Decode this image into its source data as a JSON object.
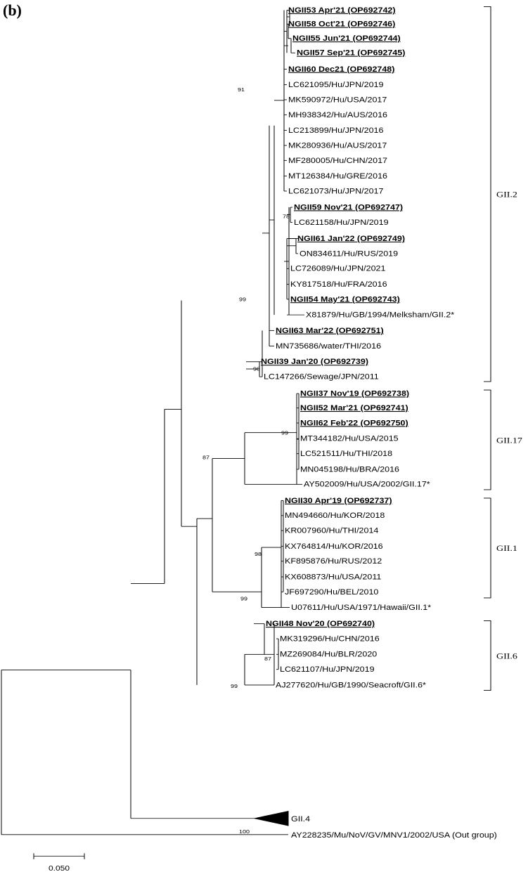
{
  "panel_label": "(b)",
  "outgroup_label": "AY228235/Mu/NoV/GV/MNV1/2002/USA (Out group)",
  "collapsed_label": "GII.4",
  "scale_label": "0.050",
  "tips": [
    {
      "label": "NGII53 Apr'21 (OP692742)",
      "bold": true
    },
    {
      "label": "NGII58 Oct'21 (OP692746)",
      "bold": true
    },
    {
      "label": "NGII55 Jun'21 (OP692744)",
      "bold": true
    },
    {
      "label": "NGII57 Sep'21 (OP692745)",
      "bold": true
    },
    {
      "label": "NGII60 Dec21 (OP692748)",
      "bold": true
    },
    {
      "label": "LC621095/Hu/JPN/2019",
      "bold": false
    },
    {
      "label": "MK590972/Hu/USA/2017",
      "bold": false
    },
    {
      "label": "MH938342/Hu/AUS/2016",
      "bold": false
    },
    {
      "label": "LC213899/Hu/JPN/2016",
      "bold": false
    },
    {
      "label": "MK280936/Hu/AUS/2017",
      "bold": false
    },
    {
      "label": "MF280005/Hu/CHN/2017",
      "bold": false
    },
    {
      "label": "MT126384/Hu/GRE/2016",
      "bold": false
    },
    {
      "label": "LC621073/Hu/JPN/2017",
      "bold": false
    },
    {
      "label": "NGII59 Nov'21 (OP692747)",
      "bold": true
    },
    {
      "label": "LC621158/Hu/JPN/2019",
      "bold": false
    },
    {
      "label": "NGII61 Jan'22 (OP692749)",
      "bold": true
    },
    {
      "label": "ON834611/Hu/RUS/2019",
      "bold": false
    },
    {
      "label": "LC726089/Hu/JPN/2021",
      "bold": false
    },
    {
      "label": "KY817518/Hu/FRA/2016",
      "bold": false
    },
    {
      "label": "NGII54 May'21 (OP692743)",
      "bold": true
    },
    {
      "label": "X81879/Hu/GB/1994/Melksham/GII.2*",
      "bold": false
    },
    {
      "label": "NGII63 Mar'22 (OP692751)",
      "bold": true
    },
    {
      "label": "MN735686/water/THI/2016",
      "bold": false
    },
    {
      "label": "NGII39 Jan'20 (OP692739)",
      "bold": true
    },
    {
      "label": "LC147266/Sewage/JPN/2011",
      "bold": false
    },
    {
      "label": "NGII37 Nov'19 (OP692738)",
      "bold": true
    },
    {
      "label": "NGII52 Mar'21 (OP692741)",
      "bold": true
    },
    {
      "label": "NGII62 Feb'22 (OP692750)",
      "bold": true
    },
    {
      "label": "MT344182/Hu/USA/2015",
      "bold": false
    },
    {
      "label": "LC521511/Hu/THI/2018",
      "bold": false
    },
    {
      "label": "MN045198/Hu/BRA/2016",
      "bold": false
    },
    {
      "label": "AY502009/Hu/USA/2002/GII.17*",
      "bold": false
    },
    {
      "label": "NGII30 Apr'19 (OP692737)",
      "bold": true
    },
    {
      "label": "MN494660/Hu/KOR/2018",
      "bold": false
    },
    {
      "label": "KR007960/Hu/THI/2014",
      "bold": false
    },
    {
      "label": "KX764814/Hu/KOR/2016",
      "bold": false
    },
    {
      "label": "KF895876/Hu/RUS/2012",
      "bold": false
    },
    {
      "label": "KX608873/Hu/USA/2011",
      "bold": false
    },
    {
      "label": "JF697290/Hu/BEL/2010",
      "bold": false
    },
    {
      "label": "U07611/Hu/USA/1971/Hawaii/GII.1*",
      "bold": false
    },
    {
      "label": "NGII48 Nov'20 (OP692740)",
      "bold": true
    },
    {
      "label": "MK319296/Hu/CHN/2016",
      "bold": false
    },
    {
      "label": "MZ269084/Hu/BLR/2020",
      "bold": false
    },
    {
      "label": "LC621107/Hu/JPN/2019",
      "bold": false
    },
    {
      "label": "AJ277620/Hu/GB/1990/Seacroft/GII.6*",
      "bold": false
    }
  ],
  "bootstrap_values": [
    "78",
    "91",
    "99",
    "98",
    "99",
    "87",
    "98",
    "99",
    "87",
    "99",
    "100"
  ],
  "clades": [
    "GII.2",
    "GII.17",
    "GII.1",
    "GII.6"
  ]
}
